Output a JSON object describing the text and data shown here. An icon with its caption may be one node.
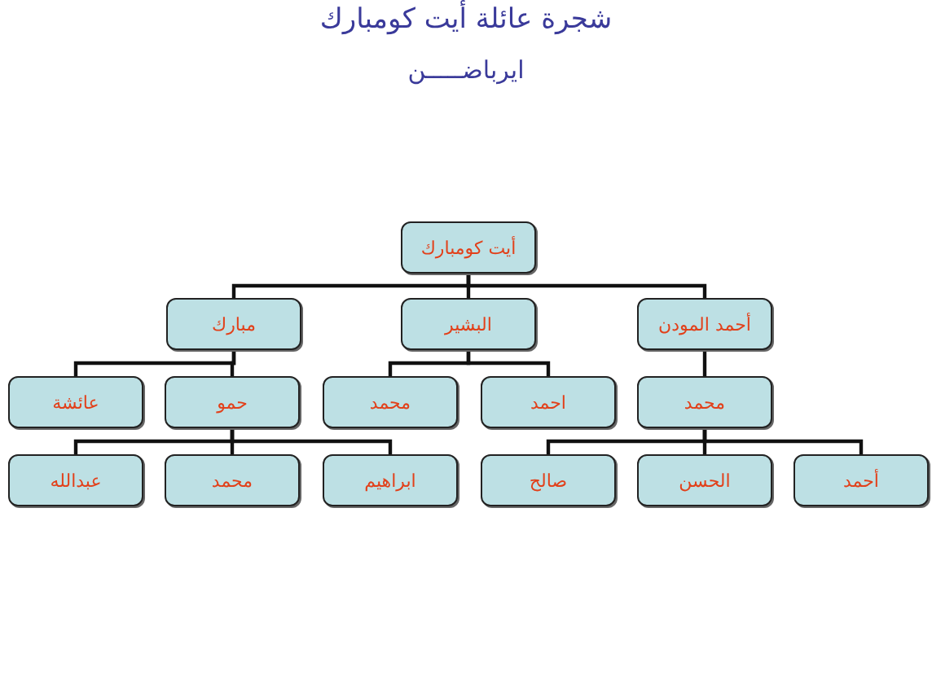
{
  "diagram": {
    "title": "شجرة عائلة أيت كومبارك",
    "labels": [
      "ايرباضـــــن"
    ],
    "nodes": [
      {
        "text": [
          "أيت كومبارك"
        ]
      },
      {
        "text": [
          "مبارك"
        ]
      },
      {
        "text": [
          "البشير"
        ]
      },
      {
        "text": [
          "أحمد المودن"
        ]
      },
      {
        "text": [
          "عائشة"
        ]
      },
      {
        "text": [
          "حمو"
        ]
      },
      {
        "text": [
          "محمد"
        ]
      },
      {
        "text": [
          "احمد"
        ]
      },
      {
        "text": [
          "محمد"
        ]
      },
      {
        "text": [
          "عبدالله"
        ]
      },
      {
        "text": [
          "محمد"
        ]
      },
      {
        "text": [
          "ابراهيم"
        ]
      },
      {
        "text": [
          "صالح"
        ]
      },
      {
        "text": [
          "الحسن"
        ]
      },
      {
        "text": [
          "أحمد"
        ]
      }
    ],
    "edges": [
      {
        "from": 0,
        "to": 1,
        "arrow": "none"
      },
      {
        "from": 0,
        "to": 2,
        "arrow": "none"
      },
      {
        "from": 0,
        "to": 3,
        "arrow": "none"
      },
      {
        "from": 1,
        "to": 4,
        "arrow": "none"
      },
      {
        "from": 1,
        "to": 5,
        "arrow": "none"
      },
      {
        "from": 2,
        "to": 6,
        "arrow": "none"
      },
      {
        "from": 2,
        "to": 7,
        "arrow": "none"
      },
      {
        "from": 3,
        "to": 8,
        "arrow": "none"
      },
      {
        "from": 5,
        "to": 9,
        "arrow": "none"
      },
      {
        "from": 5,
        "to": 10,
        "arrow": "none"
      },
      {
        "from": 5,
        "to": 11,
        "arrow": "none"
      },
      {
        "from": 8,
        "to": 12,
        "arrow": "none"
      },
      {
        "from": 8,
        "to": 13,
        "arrow": "none"
      },
      {
        "from": 8,
        "to": 14,
        "arrow": "none"
      }
    ]
  }
}
